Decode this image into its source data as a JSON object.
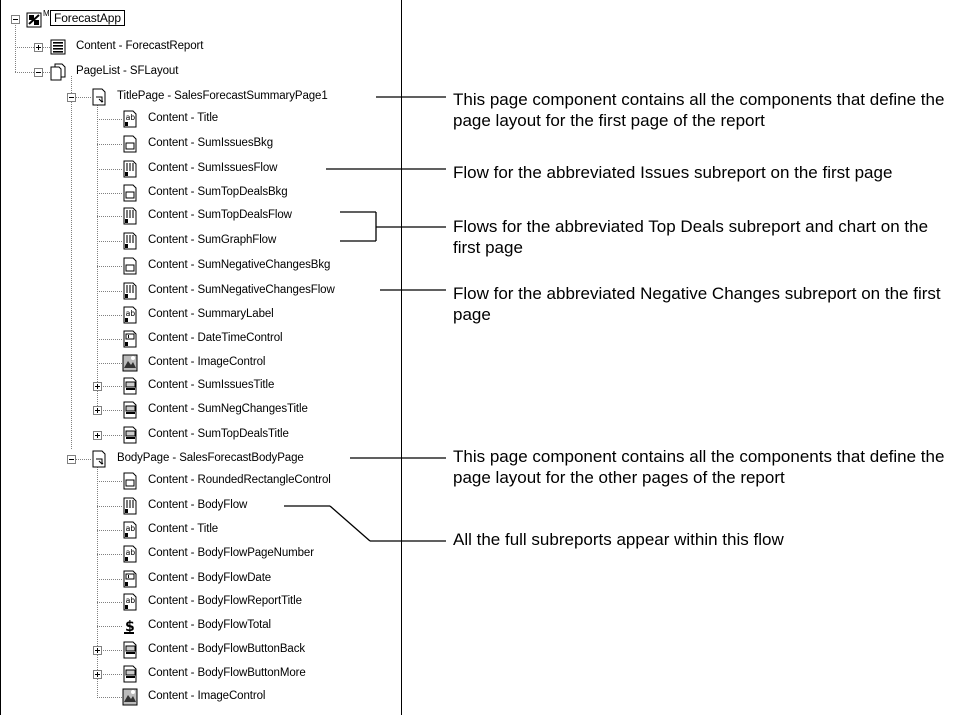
{
  "tree": {
    "root": {
      "label": "ForecastApp",
      "marker": "M",
      "icon": "app-icon"
    },
    "nodes": [
      {
        "label": "Content - ForecastReport",
        "icon": "report-icon",
        "expander": "plus"
      },
      {
        "label": "PageList - SFLayout",
        "icon": "pagelist-icon",
        "expander": "minus"
      },
      {
        "label": "TitlePage - SalesForecastSummaryPage1",
        "icon": "page-icon",
        "expander": "minus"
      },
      {
        "label": "Content - Title",
        "icon": "text-control-icon"
      },
      {
        "label": "Content - SumIssuesBkg",
        "icon": "rectangle-control-icon"
      },
      {
        "label": "Content - SumIssuesFlow",
        "icon": "flow-icon"
      },
      {
        "label": "Content - SumTopDealsBkg",
        "icon": "rectangle-control-icon"
      },
      {
        "label": "Content - SumTopDealsFlow",
        "icon": "flow-icon"
      },
      {
        "label": "Content - SumGraphFlow",
        "icon": "flow-icon"
      },
      {
        "label": "Content - SumNegativeChangesBkg",
        "icon": "rectangle-control-icon"
      },
      {
        "label": "Content - SumNegativeChangesFlow",
        "icon": "flow-icon"
      },
      {
        "label": "Content - SummaryLabel",
        "icon": "text-control-icon"
      },
      {
        "label": "Content - DateTimeControl",
        "icon": "datetime-control-icon"
      },
      {
        "label": "Content - ImageControl",
        "icon": "image-control-icon"
      },
      {
        "label": "Content - SumIssuesTitle",
        "icon": "frame-icon",
        "expander": "plus"
      },
      {
        "label": "Content - SumNegChangesTitle",
        "icon": "frame-icon",
        "expander": "plus"
      },
      {
        "label": "Content - SumTopDealsTitle",
        "icon": "frame-icon",
        "expander": "plus"
      },
      {
        "label": "BodyPage - SalesForecastBodyPage",
        "icon": "page-icon",
        "expander": "minus"
      },
      {
        "label": "Content - RoundedRectangleControl",
        "icon": "rectangle-control-icon"
      },
      {
        "label": "Content - BodyFlow",
        "icon": "flow-icon"
      },
      {
        "label": "Content - Title",
        "icon": "text-control-icon"
      },
      {
        "label": "Content - BodyFlowPageNumber",
        "icon": "text-control-icon"
      },
      {
        "label": "Content - BodyFlowDate",
        "icon": "datetime-control-icon"
      },
      {
        "label": "Content - BodyFlowReportTitle",
        "icon": "text-control-icon"
      },
      {
        "label": "Content - BodyFlowTotal",
        "icon": "currency-control-icon"
      },
      {
        "label": "Content - BodyFlowButtonBack",
        "icon": "frame-icon",
        "expander": "plus"
      },
      {
        "label": "Content - BodyFlowButtonMore",
        "icon": "frame-icon",
        "expander": "plus"
      },
      {
        "label": "Content - ImageControl",
        "icon": "image-control-icon"
      }
    ]
  },
  "callouts": [
    {
      "text": "This page component contains all the components that define the page layout for the first page of the report"
    },
    {
      "text": "Flow for the abbreviated Issues subreport on the first page"
    },
    {
      "text": "Flows for the abbreviated Top Deals subreport and chart on the first page"
    },
    {
      "text": "Flow for the abbreviated Negative Changes subreport on the first page"
    },
    {
      "text": "This page component contains all the components that define the page layout for the other pages of the report"
    },
    {
      "text": "All the full subreports appear within this flow"
    }
  ]
}
